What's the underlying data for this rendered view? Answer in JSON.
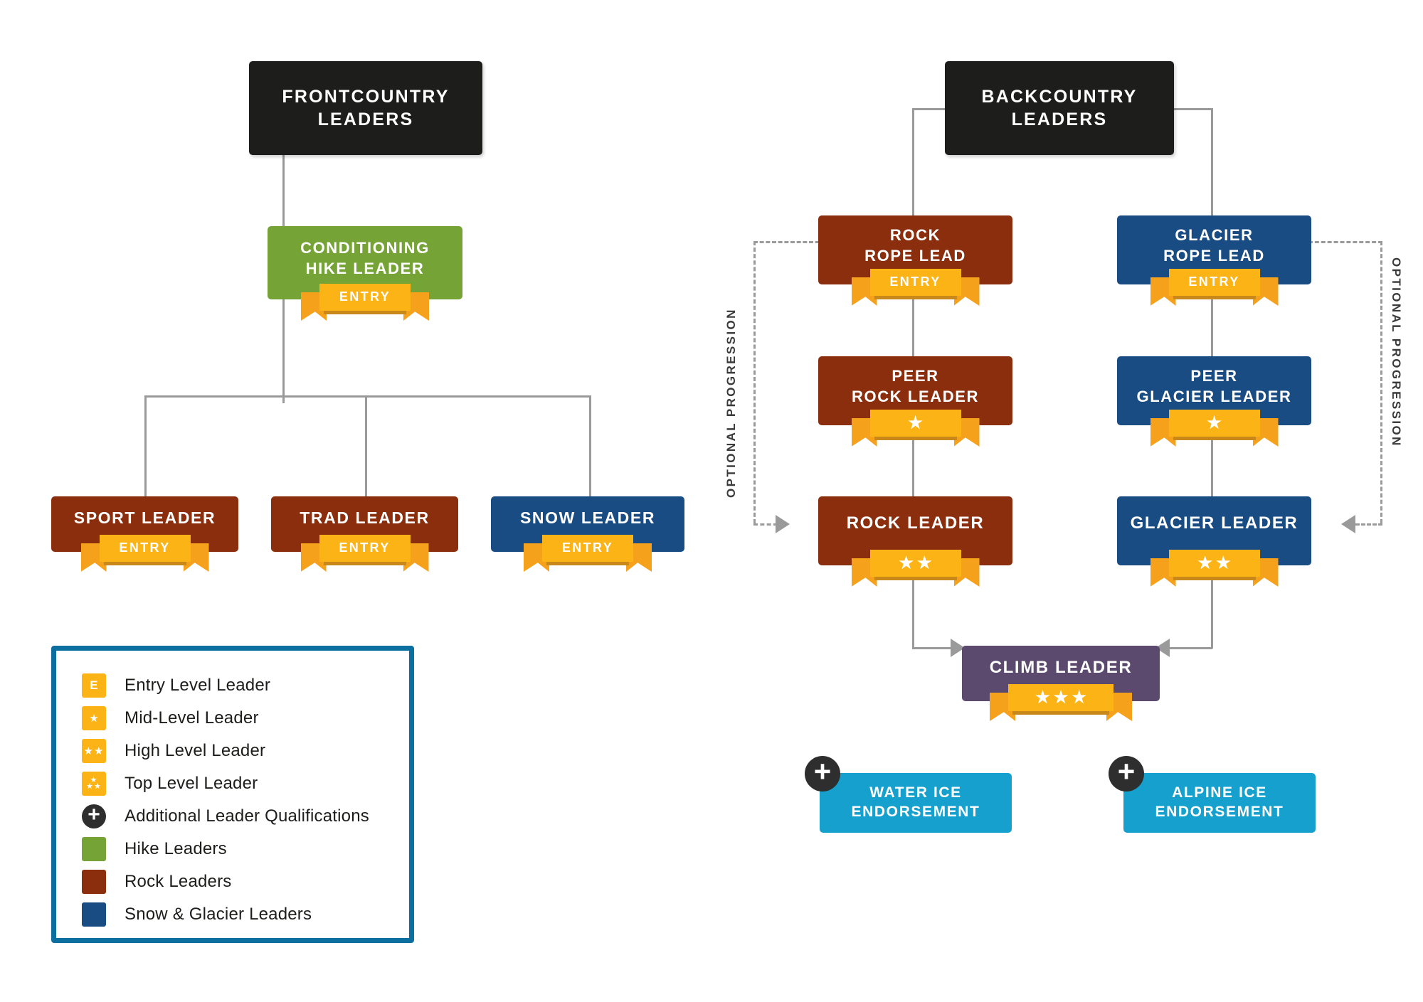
{
  "frontcountry": {
    "header": "FRONTCOUNTRY\nLEADERS",
    "header_line1": "FRONTCOUNTRY",
    "header_line2": "LEADERS",
    "conditioning": {
      "line1": "CONDITIONING",
      "line2": "HIKE LEADER",
      "badge": "ENTRY",
      "color": "#75a336"
    },
    "sport": {
      "label": "SPORT LEADER",
      "badge": "ENTRY",
      "color": "#8b2e0e"
    },
    "trad": {
      "label": "TRAD LEADER",
      "badge": "ENTRY",
      "color": "#8b2e0e"
    },
    "snow": {
      "label": "SNOW LEADER",
      "badge": "ENTRY",
      "color": "#194c83"
    }
  },
  "backcountry": {
    "header_line1": "BACKCOUNTRY",
    "header_line2": "LEADERS",
    "optional_progression_left": "OPTIONAL PROGRESSION",
    "optional_progression_right": "OPTIONAL PROGRESSION",
    "rock_rope": {
      "line1": "ROCK",
      "line2": "ROPE LEAD",
      "badge": "ENTRY",
      "stars": 0,
      "color": "#8b2e0e"
    },
    "peer_rock": {
      "line1": "PEER",
      "line2": "ROCK LEADER",
      "badge": "",
      "stars": 1,
      "color": "#8b2e0e"
    },
    "rock_leader": {
      "line1": "ROCK LEADER",
      "line2": "",
      "badge": "",
      "stars": 2,
      "color": "#8b2e0e"
    },
    "glacier_rope": {
      "line1": "GLACIER",
      "line2": "ROPE LEAD",
      "badge": "ENTRY",
      "stars": 0,
      "color": "#194c83"
    },
    "peer_glacier": {
      "line1": "PEER",
      "line2": "GLACIER LEADER",
      "badge": "",
      "stars": 1,
      "color": "#194c83"
    },
    "glacier_leader": {
      "line1": "GLACIER LEADER",
      "line2": "",
      "badge": "",
      "stars": 2,
      "color": "#194c83"
    },
    "climb_leader": {
      "label": "CLIMB LEADER",
      "stars": 3,
      "color": "#5c4a6e"
    },
    "water_ice": {
      "line1": "WATER ICE",
      "line2": "ENDORSEMENT",
      "color": "#16a0cd",
      "badge_icon": "plus-icon"
    },
    "alpine_ice": {
      "line1": "ALPINE ICE",
      "line2": "ENDORSEMENT",
      "color": "#16a0cd",
      "badge_icon": "plus-icon"
    }
  },
  "legend": {
    "border_color": "#0d6ea0",
    "items": [
      {
        "icon": "entry-badge-icon",
        "glyph": "E",
        "swatch": "orange",
        "label": "Entry Level Leader"
      },
      {
        "icon": "one-star-badge-icon",
        "glyph": "★",
        "swatch": "orange",
        "label": "Mid-Level Leader"
      },
      {
        "icon": "two-star-badge-icon",
        "glyph": "★★",
        "swatch": "orange",
        "label": "High Level Leader"
      },
      {
        "icon": "three-star-badge-icon",
        "glyph": "★★★",
        "swatch": "orange",
        "label": "Top Level Leader"
      },
      {
        "icon": "plus-icon",
        "glyph": "+",
        "swatch": "plus",
        "label": "Additional Leader Qualifications"
      },
      {
        "icon": "color-swatch-green",
        "glyph": "",
        "swatch": "green",
        "label": "Hike Leaders"
      },
      {
        "icon": "color-swatch-rock",
        "glyph": "",
        "swatch": "rock",
        "label": "Rock Leaders"
      },
      {
        "icon": "color-swatch-snow",
        "glyph": "",
        "swatch": "snow",
        "label": "Snow & Glacier Leaders"
      }
    ]
  },
  "colors": {
    "black": "#1d1d1b",
    "hike_green": "#75a336",
    "rock_brown": "#8b2e0e",
    "snow_blue": "#194c83",
    "climb_purple": "#5c4a6e",
    "ice_cyan": "#16a0cd",
    "ribbon_orange": "#fcb316",
    "ribbon_shadow": "#c9881a",
    "line_gray": "#9a9a9a",
    "legend_border": "#0d6ea0"
  }
}
